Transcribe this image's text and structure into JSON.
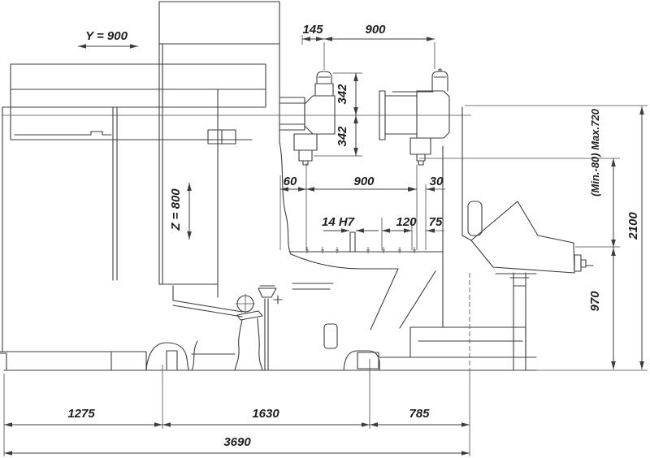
{
  "colors": {
    "line": "#3d3d3d",
    "label": "#1f1f1f",
    "background": "#ffffff"
  },
  "labels": {
    "y_travel": "Y = 900",
    "z_travel": "Z = 800",
    "dim_145": "145",
    "dim_900_top": "900",
    "dim_342_upper": "342",
    "dim_342_lower": "342",
    "dim_60": "60",
    "dim_900_table": "900",
    "dim_30": "30",
    "dim_14h7": "14 H7",
    "dim_120": "120",
    "dim_75": "75",
    "dim_min80_max720": "(Min.-80) Max.720",
    "dim_2100": "2100",
    "dim_970": "970",
    "dim_1275": "1275",
    "dim_1630": "1630",
    "dim_785": "785",
    "dim_3690": "3690"
  }
}
